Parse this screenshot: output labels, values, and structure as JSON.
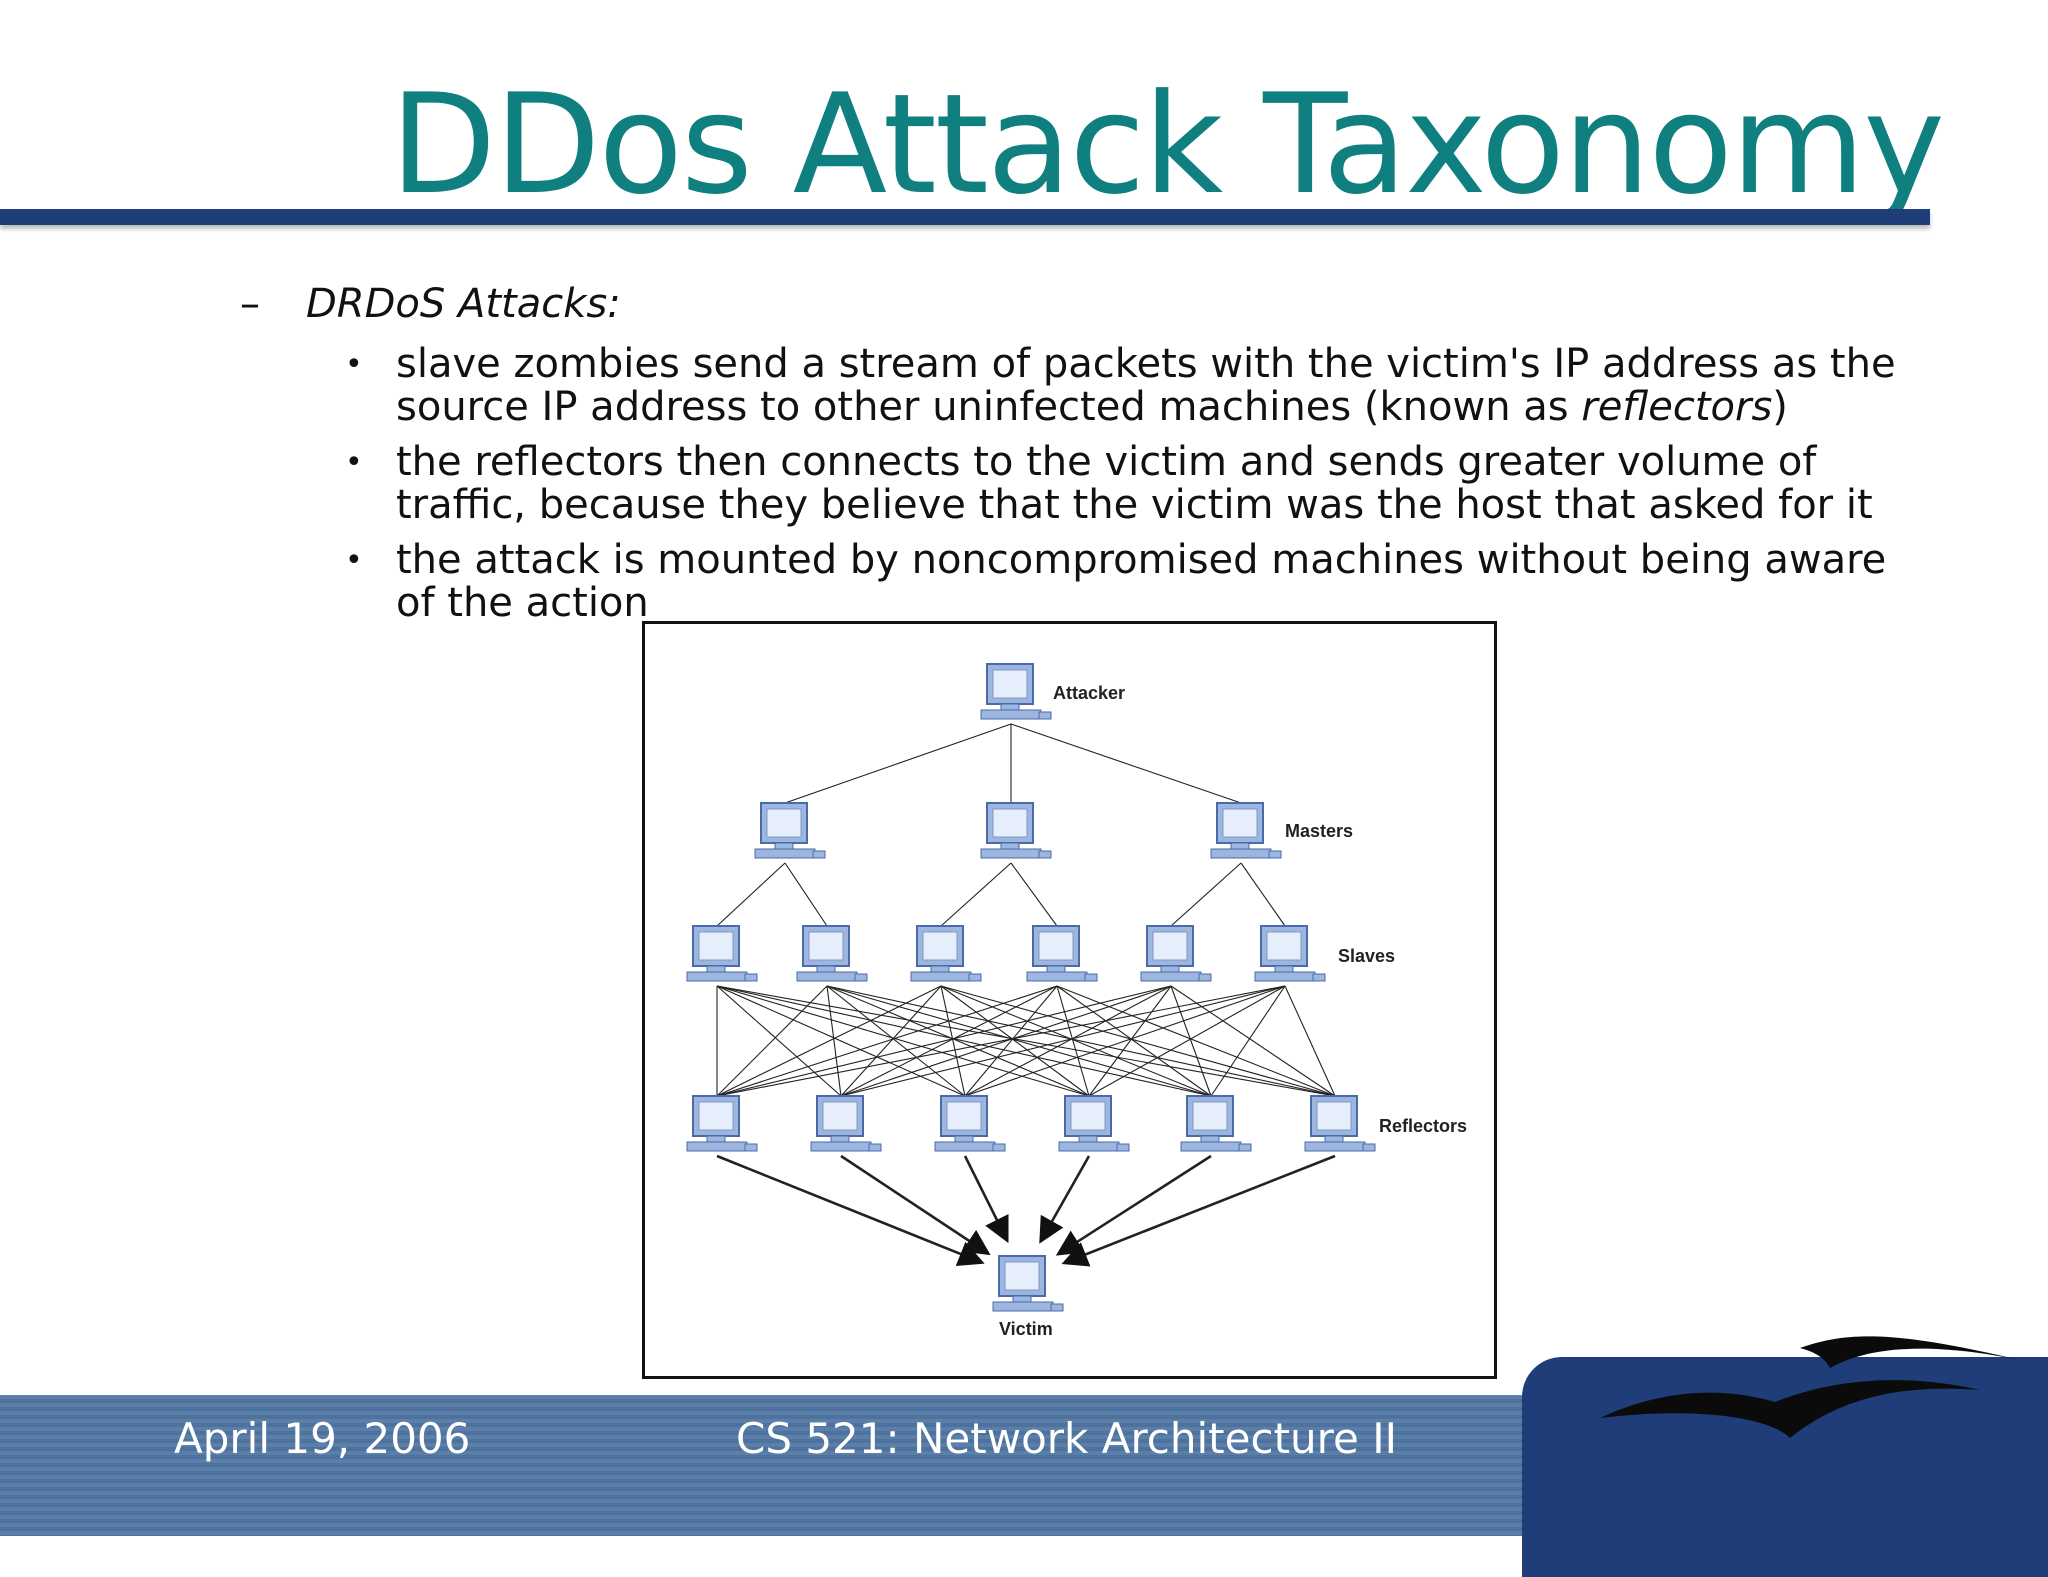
{
  "slide": {
    "title": "DDos Attack Taxonomy",
    "subheading": "DRDoS Attacks:",
    "bullets": [
      {
        "text": "slave zombies send a stream of packets with the victim's IP address as the source IP address to other uninfected machines (known as ",
        "italic": "reflectors",
        "tail": ")"
      },
      {
        "text": "the reflectors then connects to the victim and sends greater volume of traffic, because they believe that the victim was the host that asked for it"
      },
      {
        "text": "the attack is mounted by noncompromised machines without being aware of the action"
      }
    ]
  },
  "diagram": {
    "labels": {
      "attacker": "Attacker",
      "masters": "Masters",
      "slaves": "Slaves",
      "reflectors": "Reflectors",
      "victim": "Victim"
    },
    "levels": {
      "attacker": 1,
      "masters": 3,
      "slaves": 6,
      "reflectors": 6,
      "victim": 1
    }
  },
  "footer": {
    "date": "April 19, 2006",
    "course": "CS 521: Network Architecture II"
  },
  "colors": {
    "title": "#0f7f80",
    "rule": "#1f3d78",
    "footer_band": "#5c7fa8",
    "computer": "#9db6e0"
  }
}
